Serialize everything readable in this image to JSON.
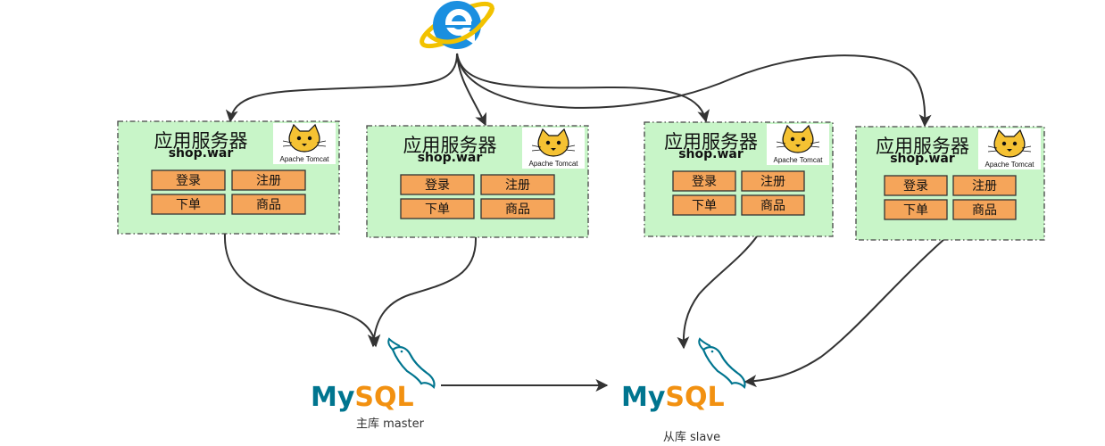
{
  "browser": {
    "icon": "internet-explorer-icon",
    "color": "#1a8fe0"
  },
  "servers": [
    {
      "title": "应用服务器",
      "subtitle": "shop.war",
      "tomcat_label": "Apache Tomcat",
      "buttons": [
        "登录",
        "注册",
        "下单",
        "商品"
      ]
    },
    {
      "title": "应用服务器",
      "subtitle": "shop.war",
      "tomcat_label": "Apache Tomcat",
      "buttons": [
        "登录",
        "注册",
        "下单",
        "商品"
      ]
    },
    {
      "title": "应用服务器",
      "subtitle": "shop.war",
      "tomcat_label": "Apache Tomcat",
      "buttons": [
        "登录",
        "注册",
        "下单",
        "商品"
      ]
    },
    {
      "title": "应用服务器",
      "subtitle": "shop.war",
      "tomcat_label": "Apache Tomcat",
      "buttons": [
        "登录",
        "注册",
        "下单",
        "商品"
      ]
    }
  ],
  "databases": [
    {
      "logo_text_a": "My",
      "logo_text_b": "SQL",
      "caption": "主库 master"
    },
    {
      "logo_text_a": "My",
      "logo_text_b": "SQL",
      "caption": "从库 slave"
    }
  ],
  "colors": {
    "server_fill": "#c8f5c8",
    "server_border": "#444444",
    "button_fill": "#f5a55a",
    "button_border": "#333333",
    "arrow": "#333333",
    "mysql_blue": "#00758f",
    "mysql_orange": "#f29111"
  }
}
